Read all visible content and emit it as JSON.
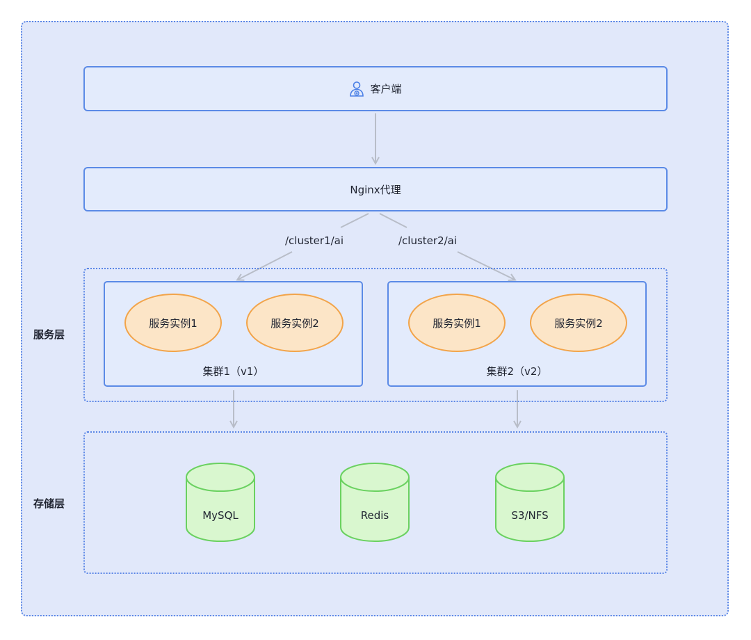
{
  "client": {
    "label": "客户端",
    "icon": "user-icon"
  },
  "nginx": {
    "label": "Nginx代理"
  },
  "routes": {
    "route1": "/cluster1/ai",
    "route2": "/cluster2/ai"
  },
  "layers": {
    "service": "服务层",
    "storage": "存储层"
  },
  "clusters": [
    {
      "label": "集群1（v1）",
      "instances": [
        "服务实例1",
        "服务实例2"
      ]
    },
    {
      "label": "集群2（v2）",
      "instances": [
        "服务实例1",
        "服务实例2"
      ]
    }
  ],
  "storage": [
    "MySQL",
    "Redis",
    "S3/NFS"
  ],
  "colors": {
    "box_border": "#5b8ae6",
    "background": "#e1e8fa",
    "instance_fill": "#fce5c7",
    "instance_border": "#f2a44a",
    "db_fill": "#d9f7cf",
    "db_border": "#6ad160",
    "arrow": "#b8bdc8"
  }
}
